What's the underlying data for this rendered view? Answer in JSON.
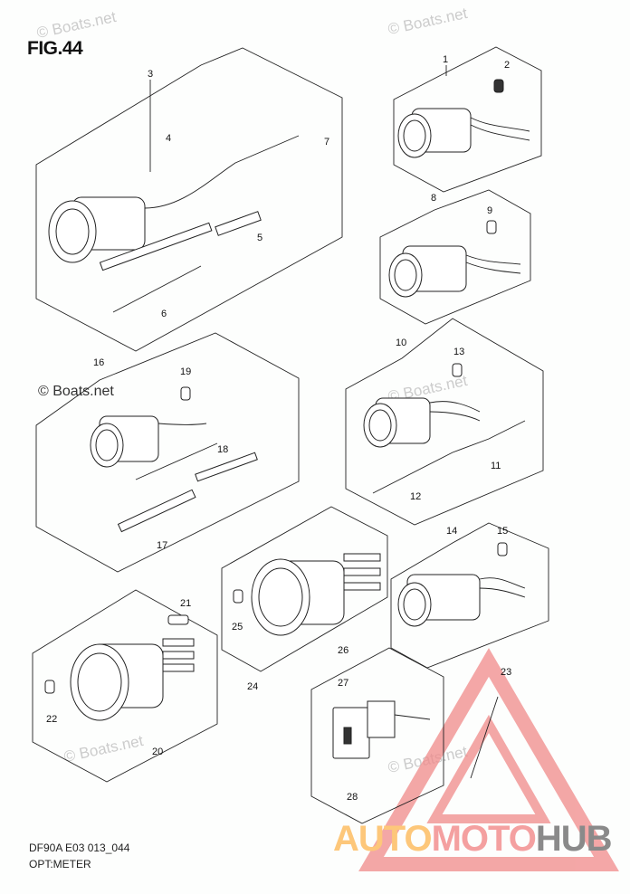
{
  "figure": {
    "title": "FIG.44"
  },
  "footer": {
    "model_code": "DF90A E03 013_044",
    "group_name": "OPT:METER"
  },
  "watermarks": {
    "boats": "© Boats.net",
    "logo_parts": [
      "AUTO",
      "MOTO",
      "HUB"
    ]
  },
  "colors": {
    "logo_auto": "#fdc77a",
    "logo_moto": "#f4a0a0",
    "logo_hub": "#8a8a8a",
    "triangle": "#f08a8a"
  },
  "callouts": [
    "1",
    "2",
    "3",
    "4",
    "5",
    "6",
    "7",
    "8",
    "9",
    "10",
    "11",
    "12",
    "13",
    "14",
    "15",
    "16",
    "17",
    "18",
    "19",
    "20",
    "21",
    "22",
    "23",
    "24",
    "25",
    "26",
    "27",
    "28"
  ]
}
